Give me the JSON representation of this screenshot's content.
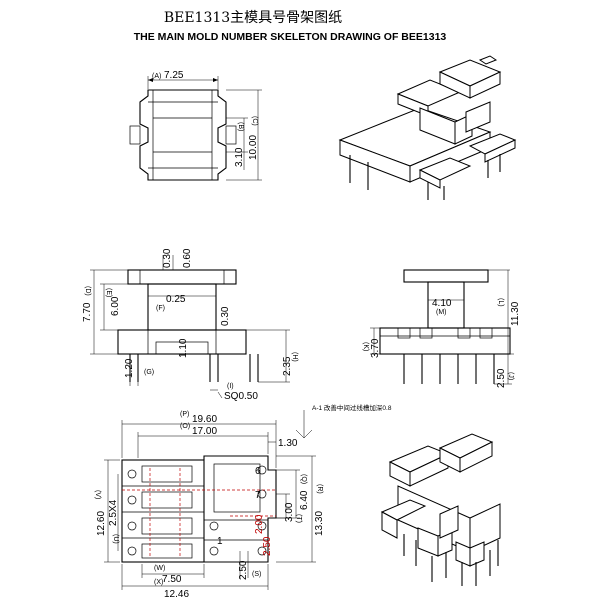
{
  "title": {
    "main": "BEE1313主模具号骨架图纸",
    "sub": "THE MAIN MOLD NUMBER SKELETON DRAWING OF BEE1313"
  },
  "top_view": {
    "width": "7.25",
    "width_tag": "(A)",
    "slot": "3.10",
    "slot_tag": "(B)",
    "height": "10.00",
    "height_tag": "(C)"
  },
  "front_view": {
    "d030": "0.30",
    "d060": "0.60",
    "d025": "0.25",
    "d025_tag": "(F)",
    "d770": "7.70",
    "d770_tag": "(D)",
    "d600": "6.00",
    "d600_tag": "(E)",
    "d030b": "0.30",
    "d110": "1.10",
    "d120": "1.20",
    "d120_tag": "(G)",
    "d235": "2.35",
    "d235_tag": "(H)",
    "sq": "SQ0.50",
    "sq_tag": "(I)"
  },
  "side_view": {
    "d410": "4.10",
    "d410_tag": "(M)",
    "d1130": "11.30",
    "d1130_tag": "(L)",
    "d370": "3.70",
    "d370_tag": "(K)",
    "d250": "2.50",
    "d250_tag": "(J)"
  },
  "bottom_view": {
    "d1960": "19.60",
    "d1960_tag": "(P)",
    "d1700": "17.00",
    "d1700_tag": "(O)",
    "d130": "1.30",
    "d1260": "12.60",
    "d1260_tag": "(V)",
    "d25x4": "2.5X4",
    "d25x4_tag": "(U)",
    "d640": "6.40",
    "d640_tag": "(Q)",
    "d300": "3.00",
    "d300_tag": "(T)",
    "d1330": "13.30",
    "d1330_tag": "(R)",
    "d200": "2.00",
    "d250r": "2.50",
    "d250s": "2.50",
    "d250s_tag": "(S)",
    "d750": "7.50",
    "d750_tag": "(W)",
    "d1246": "12.46",
    "d1246_tag": "(X)",
    "pin6": "6",
    "pin7": "7",
    "pin1": "1",
    "note": "A-1 改善中间过线槽加深0.8"
  }
}
